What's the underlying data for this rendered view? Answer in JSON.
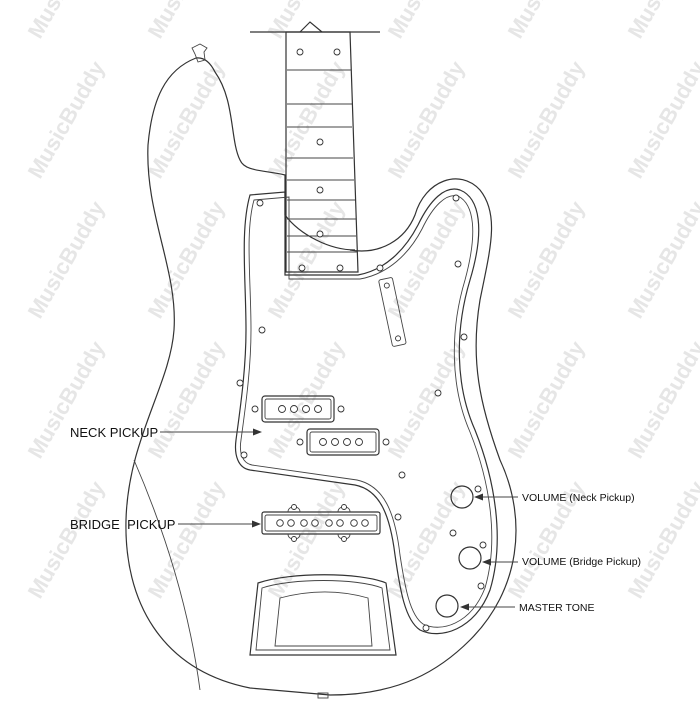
{
  "watermark": {
    "text": "MusicBuddy",
    "color": "#e6e6e6"
  },
  "labels": {
    "neck_pickup": "NECK PICKUP",
    "bridge_pickup": "BRIDGE  PICKUP",
    "volume_neck": "VOLUME (Neck Pickup)",
    "volume_bridge": "VOLUME (Bridge Pickup)",
    "master_tone": "MASTER TONE"
  },
  "colors": {
    "line": "#333333",
    "background": "#ffffff"
  }
}
